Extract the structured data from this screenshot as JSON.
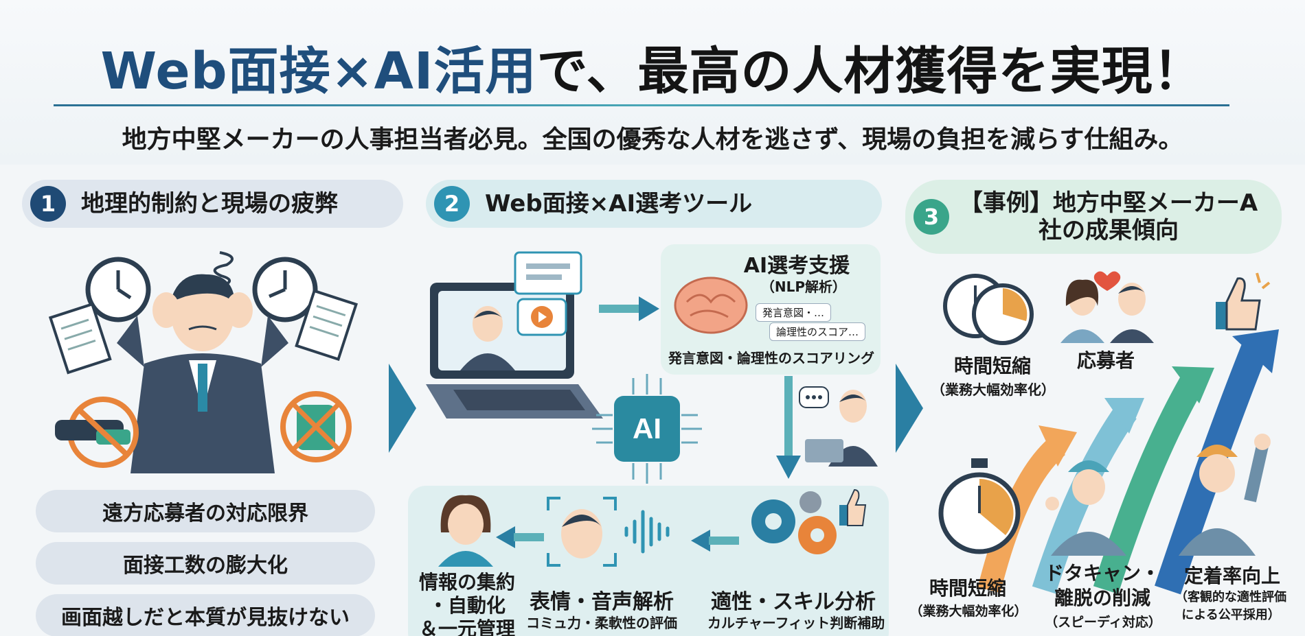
{
  "header": {
    "title_accent": "Web面接×AI活用",
    "title_rest": "で、最高の人材獲得を実現！",
    "subtitle": "地方中堅メーカーの人事担当者必見。全国の優秀な人材を逃さず、現場の負担を減らす仕組み。"
  },
  "section1": {
    "number": "1",
    "title": "地理的制約と現場の疲弊",
    "problems": [
      "遠方応募者の対応限界",
      "面接工数の膨大化",
      "画面越しだと本質が見抜けない"
    ]
  },
  "section2": {
    "number": "2",
    "title": "Web面接×AI選考ツール",
    "ai_support_title": "AI選考支援",
    "ai_support_sub": "（NLP解析）",
    "bubble1": "発言意図・…",
    "bubble2": "論理性のスコア…",
    "scoring_caption": "発言意図・論理性のスコアリング",
    "ai_chip": "AI",
    "aptitude_title": "適性・スキル分析",
    "aptitude_sub": "カルチャーフィット判断補助",
    "expression_title": "表情・音声解析",
    "expression_sub": "コミュ力・柔軟性の評価",
    "info_title_1": "情報の集約",
    "info_title_2": "・自動化",
    "info_title_3": "＆一元管理"
  },
  "section3": {
    "number": "3",
    "title_line1": "【事例】地方中堅メーカーA",
    "title_line2": "社の成果傾向",
    "top_time_title": "時間短縮",
    "top_time_sub": "（業務大幅効率化）",
    "top_applicants": "応募者",
    "bottom_time_title": "時間短縮",
    "bottom_time_sub": "（業務大幅効率化）",
    "dropout_title_1": "ドタキャン・",
    "dropout_title_2": "離脱の削減",
    "dropout_sub": "（スピーディ対応）",
    "retention_title": "定着率向上",
    "retention_sub_1": "（客観的な適性評価",
    "retention_sub_2": "による公平採用）"
  },
  "colors": {
    "navy": "#1f4e7c",
    "teal": "#2f94b3",
    "green": "#3aa58a",
    "orange": "#e8843a",
    "suit": "#3d4f66",
    "skin": "#f7d7bd"
  }
}
